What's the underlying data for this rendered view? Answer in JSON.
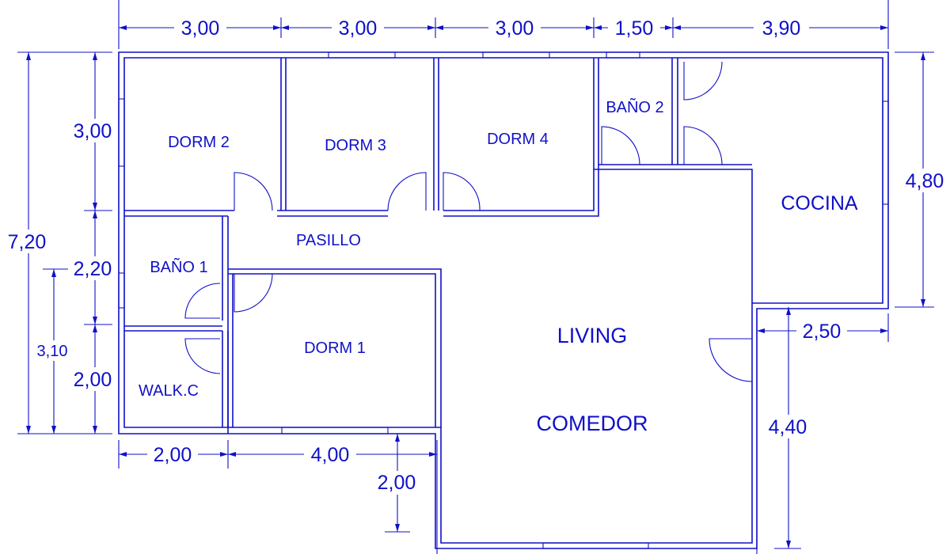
{
  "rooms": {
    "dorm2": "DORM 2",
    "dorm3": "DORM 3",
    "dorm4": "DORM 4",
    "bano2": "BAÑO 2",
    "cocina": "COCINA",
    "pasillo": "PASILLO",
    "bano1": "BAÑO 1",
    "dorm1": "DORM 1",
    "walkc": "WALK.C",
    "living": "LIVING",
    "comedor": "COMEDOR"
  },
  "dimensions": {
    "top": [
      "3,00",
      "3,00",
      "3,00",
      "1,50",
      "3,90"
    ],
    "left_total": "7,20",
    "left_segments": [
      "3,00",
      "2,20",
      "2,00"
    ],
    "left_inner": "3,10",
    "bottom": [
      "2,00",
      "4,00"
    ],
    "bottom_offset": "2,00",
    "right_top": "4,80",
    "right_step": "2,50",
    "right_bottom": "4,40"
  }
}
